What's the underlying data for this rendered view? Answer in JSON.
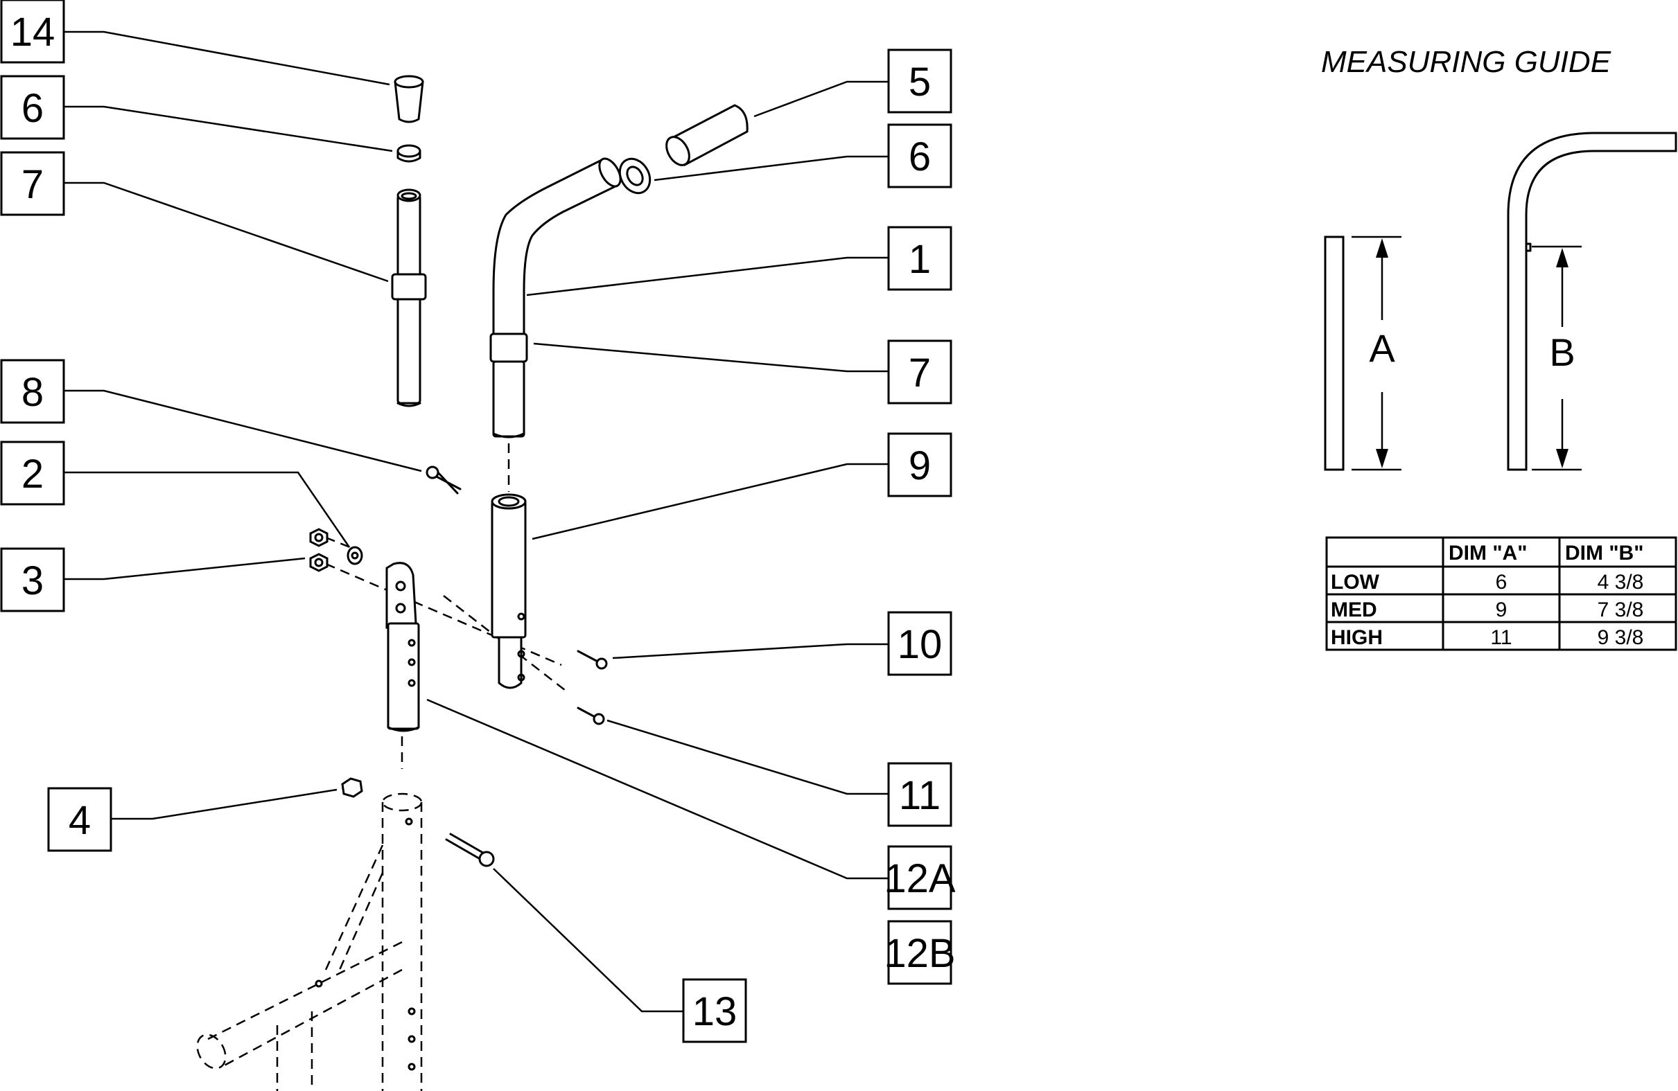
{
  "callouts": [
    {
      "id": "c14",
      "label": "14"
    },
    {
      "id": "c6a",
      "label": "6"
    },
    {
      "id": "c7a",
      "label": "7"
    },
    {
      "id": "c8",
      "label": "8"
    },
    {
      "id": "c2",
      "label": "2"
    },
    {
      "id": "c3",
      "label": "3"
    },
    {
      "id": "c4",
      "label": "4"
    },
    {
      "id": "c5",
      "label": "5"
    },
    {
      "id": "c6b",
      "label": "6"
    },
    {
      "id": "c1",
      "label": "1"
    },
    {
      "id": "c7b",
      "label": "7"
    },
    {
      "id": "c9",
      "label": "9"
    },
    {
      "id": "c10",
      "label": "10"
    },
    {
      "id": "c11",
      "label": "11"
    },
    {
      "id": "c12a",
      "label": "12A"
    },
    {
      "id": "c12b",
      "label": "12B"
    },
    {
      "id": "c13",
      "label": "13"
    }
  ],
  "measuring_guide": {
    "title": "MEASURING GUIDE",
    "dim_a_label": "A",
    "dim_b_label": "B"
  },
  "table": {
    "headers": [
      "",
      "DIM \"A\"",
      "DIM \"B\""
    ],
    "rows": [
      {
        "size": "LOW",
        "dim_a": "6",
        "dim_b": "4 3/8"
      },
      {
        "size": "MED",
        "dim_a": "9",
        "dim_b": "7 3/8"
      },
      {
        "size": "HIGH",
        "dim_a": "11",
        "dim_b": "9 3/8"
      }
    ]
  }
}
